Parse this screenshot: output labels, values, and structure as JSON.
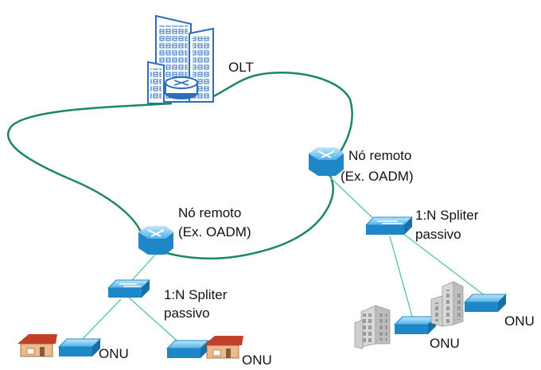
{
  "labels": {
    "olt": "OLT",
    "remote_node_right": {
      "line1": "Nó remoto",
      "line2": "(Ex. OADM)"
    },
    "remote_node_left": {
      "line1": "Nó remoto",
      "line2": "(Ex. OADM)"
    },
    "splitter_right": {
      "line1": "1:N Spliter",
      "line2": "passivo"
    },
    "splitter_left": {
      "line1": "1:N Spliter",
      "line2": "passivo"
    },
    "onu_right_upper": "ONU",
    "onu_right_lower": "ONU",
    "onu_left_1": "ONU",
    "onu_left_2": "ONU"
  },
  "colors": {
    "ring": "#1a8a5a",
    "link": "#52c4a0",
    "device": "#1f86c8",
    "device_light": "#8fd3f5",
    "building": "#c8c8c8",
    "olt_building": "#ffffff",
    "olt_window": "#2a6fbf",
    "house_wall": "#f0b98a",
    "house_roof": "#c0402a"
  },
  "icons": [
    "olt-building-icon",
    "router-icon",
    "switch-icon",
    "office-building-icon",
    "house-icon"
  ]
}
